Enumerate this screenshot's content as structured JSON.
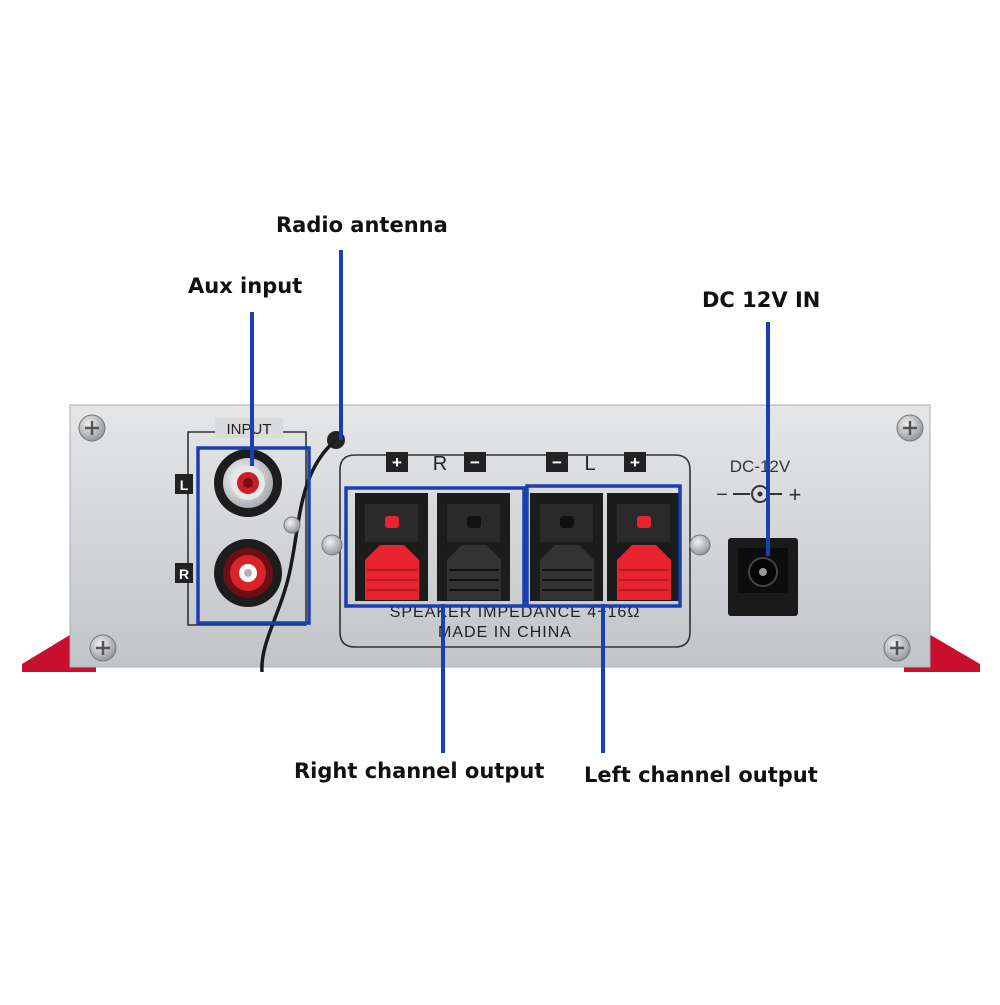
{
  "callouts": {
    "radio_antenna": "Radio antenna",
    "aux_input": "Aux input",
    "dc_in": "DC 12V IN",
    "right_output": "Right channel output",
    "left_output": "Left channel output"
  },
  "panel": {
    "input_label": "INPUT",
    "channel_l": "L",
    "channel_r": "R",
    "right_group_letter": "R",
    "left_group_letter": "L",
    "plus_symbol": "+",
    "minus_symbol": "−",
    "impedance_text": "SPEAKER IMPEDANCE  4~16Ω",
    "made_in": "MADE IN CHINA",
    "dc_label": "DC-12V",
    "dc_polarity_minus": "−",
    "dc_polarity_plus": "+"
  },
  "colors": {
    "callout_line": "#1a3fb0",
    "panel_silver": "#d4d6d8",
    "base_red": "#c8102e",
    "terminal_red": "#e8242f",
    "terminal_black": "#1c1c1c"
  }
}
